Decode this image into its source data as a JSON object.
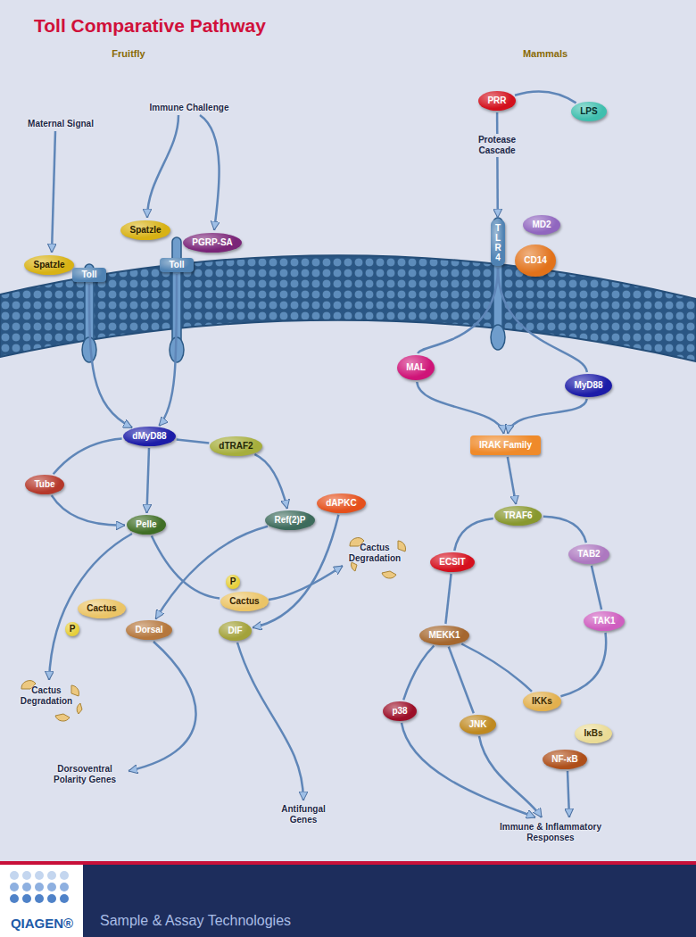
{
  "diagram": {
    "title": "Toll Comparative Pathway",
    "nodes": [
      {
        "text": [
          "Spatzle"
        ]
      },
      {
        "text": [
          "Toll"
        ]
      },
      {
        "text": [
          "Spatzle"
        ]
      },
      {
        "text": [
          "Toll"
        ]
      },
      {
        "text": [
          "PGRP-SA"
        ]
      },
      {
        "text": [
          "PRR"
        ]
      },
      {
        "text": [
          "LPS"
        ]
      },
      {
        "text": [
          "TLR4"
        ]
      },
      {
        "text": [
          "MD2"
        ]
      },
      {
        "text": [
          "CD14"
        ]
      },
      {
        "text": [
          "MAL"
        ]
      },
      {
        "text": [
          "MyD88"
        ]
      },
      {
        "text": [
          "dMyD88"
        ]
      },
      {
        "text": [
          "dTRAF2"
        ]
      },
      {
        "text": [
          "IRAK Family"
        ]
      },
      {
        "text": [
          "Tube"
        ]
      },
      {
        "text": [
          "Pelle"
        ]
      },
      {
        "text": [
          "Ref(2)P"
        ]
      },
      {
        "text": [
          "dAPKC"
        ]
      },
      {
        "text": [
          "TRAF6"
        ]
      },
      {
        "text": [
          "P"
        ]
      },
      {
        "text": [
          "Cactus"
        ]
      },
      {
        "text": [
          "Dorsal"
        ]
      },
      {
        "text": [
          "P"
        ]
      },
      {
        "text": [
          "Cactus"
        ]
      },
      {
        "text": [
          "DIF"
        ]
      },
      {
        "text": [
          "ECSIT"
        ]
      },
      {
        "text": [
          "TAB2"
        ]
      },
      {
        "text": [
          "MEKK1"
        ]
      },
      {
        "text": [
          "TAK1"
        ]
      },
      {
        "text": [
          "p38"
        ]
      },
      {
        "text": [
          "JNK"
        ]
      },
      {
        "text": [
          "IKKs"
        ]
      },
      {
        "text": [
          "IκBs"
        ]
      },
      {
        "text": [
          "NF-κB"
        ]
      }
    ],
    "edges": [
      {
        "from": 5,
        "to": 7,
        "arrow": "to",
        "label": "Protease Cascade"
      },
      {
        "from": 5,
        "to": 6,
        "arrow": "none"
      },
      {
        "from": 1,
        "to": 12,
        "arrow": "to"
      },
      {
        "from": 3,
        "to": 12,
        "arrow": "to"
      },
      {
        "from": 7,
        "to": 10,
        "arrow": "none"
      },
      {
        "from": 7,
        "to": 11,
        "arrow": "none"
      },
      {
        "from": 10,
        "to": 14,
        "arrow": "to"
      },
      {
        "from": 11,
        "to": 14,
        "arrow": "to"
      },
      {
        "from": 12,
        "to": 15,
        "arrow": "none"
      },
      {
        "from": 15,
        "to": 16,
        "arrow": "to"
      },
      {
        "from": 12,
        "to": 16,
        "arrow": "to"
      },
      {
        "from": 12,
        "to": 13,
        "arrow": "none"
      },
      {
        "from": 13,
        "to": 17,
        "arrow": "to"
      },
      {
        "from": 16,
        "to": 24,
        "arrow": "none"
      },
      {
        "from": 17,
        "to": 22,
        "arrow": "to"
      },
      {
        "from": 18,
        "to": 25,
        "arrow": "to"
      },
      {
        "from": 14,
        "to": 19,
        "arrow": "to"
      },
      {
        "from": 19,
        "to": 26,
        "arrow": "none"
      },
      {
        "from": 19,
        "to": 27,
        "arrow": "none"
      },
      {
        "from": 27,
        "to": 29,
        "arrow": "none"
      },
      {
        "from": 29,
        "to": 32,
        "arrow": "none"
      },
      {
        "from": 26,
        "to": 28,
        "arrow": "none"
      },
      {
        "from": 28,
        "to": 30,
        "arrow": "none"
      },
      {
        "from": 28,
        "to": 31,
        "arrow": "none"
      },
      {
        "from": 28,
        "to": 32,
        "arrow": "none"
      }
    ],
    "labels": [
      "Fruitfly",
      "Mammals",
      "Maternal Signal",
      "Immune Challenge",
      "Cactus Degradation",
      "Cactus Degradation",
      "Dorsoventral Polarity Genes",
      "Antifungal Genes",
      "Immune & Inflammatory Responses",
      "QIAGEN®",
      "Sample & Assay Technologies"
    ]
  }
}
